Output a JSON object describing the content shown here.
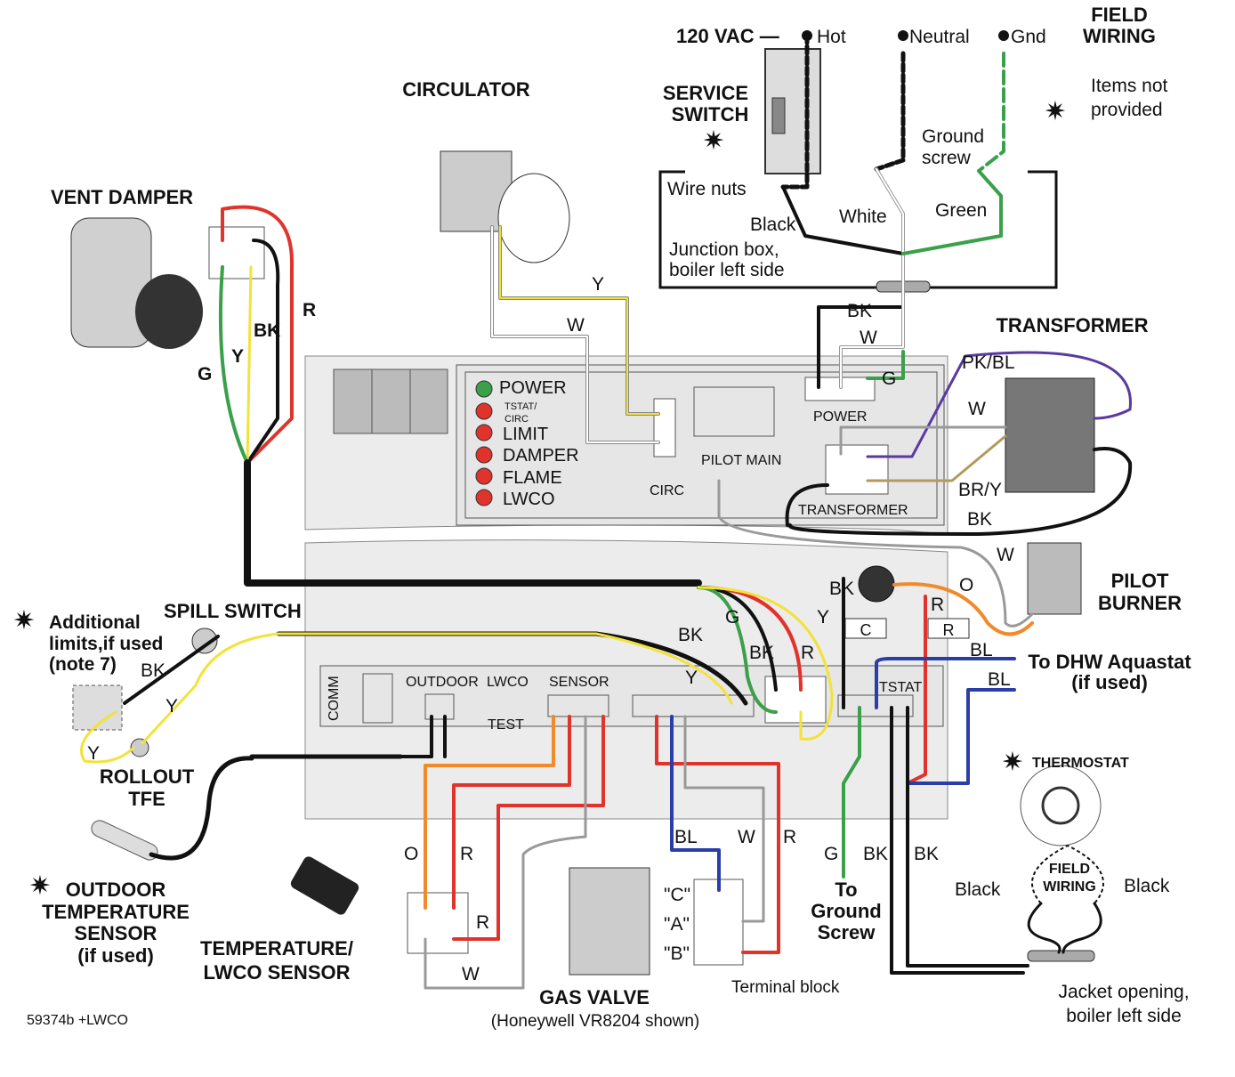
{
  "colors": {
    "black": "#111111",
    "white": "#ffffff",
    "green": "#3aa04a",
    "red": "#e0332c",
    "yellow": "#f2e23a",
    "blue": "#2b3ea8",
    "orange": "#f08a2a",
    "gray": "#c9c9c9",
    "board": "#ececec",
    "led_green": "#3aa04a",
    "led_red": "#e0332c",
    "purple": "#5a3aa0",
    "tan": "#b19a5c"
  },
  "header": {
    "vac": "120 VAC —",
    "hot": "Hot",
    "neutral": "Neutral",
    "gnd": "Gnd",
    "field1": "FIELD",
    "field2": "WIRING",
    "items1": "Items not",
    "items2": "provided"
  },
  "junction": {
    "service1": "SERVICE",
    "service2": "SWITCH",
    "ground1": "Ground",
    "ground2": "screw",
    "wirenuts": "Wire nuts",
    "black": "Black",
    "white": "White",
    "green": "Green",
    "jb1": "Junction box,",
    "jb2": "boiler left side",
    "bk": "BK",
    "w": "W",
    "g": "G"
  },
  "components": {
    "circulator": "CIRCULATOR",
    "vent_damper": "VENT DAMPER",
    "transformer": "TRANSFORMER",
    "pilot1": "PILOT",
    "pilot2": "BURNER",
    "spill": "SPILL SWITCH",
    "rollout1": "ROLLOUT",
    "rollout2": "TFE",
    "thermostat": "THERMOSTAT",
    "gas_valve": "GAS VALVE",
    "gas_valve_note": "(Honeywell VR8204 shown)",
    "terminal_block": "Terminal block",
    "tls1": "TEMPERATURE/",
    "tls2": "LWCO SENSOR",
    "ots1": "OUTDOOR",
    "ots2": "TEMPERATURE",
    "ots3": "SENSOR",
    "ots4": "(if used)",
    "dhw1": "To DHW Aquastat",
    "dhw2": "(if used)",
    "add1": "Additional",
    "add2": "limits,if used",
    "add3": "(note 7)",
    "tgs1": "To",
    "tgs2": "Ground",
    "tgs3": "Screw",
    "fw1": "FIELD",
    "fw2": "WIRING",
    "black_l": "Black",
    "black_r": "Black",
    "jacket1": "Jacket opening,",
    "jacket2": "boiler left side",
    "tb_c": "\"C\"",
    "tb_a": "\"A\"",
    "tb_b": "\"B\""
  },
  "board": {
    "leds": [
      {
        "label": "POWER",
        "color": "green"
      },
      {
        "label": "TSTAT/",
        "label2": "CIRC",
        "color": "red"
      },
      {
        "label": "LIMIT",
        "color": "red"
      },
      {
        "label": "DAMPER",
        "color": "red"
      },
      {
        "label": "FLAME",
        "color": "red"
      },
      {
        "label": "LWCO",
        "color": "red"
      }
    ],
    "circ": "CIRC",
    "pilot_main": "PILOT MAIN",
    "power": "POWER",
    "transformer": "TRANSFORMER",
    "comm": "COMM",
    "outdoor": "OUTDOOR",
    "lwco": "LWCO",
    "sensor": "SENSOR",
    "test": "TEST",
    "tstat": "TSTAT",
    "c": "C",
    "r": "R"
  },
  "wire_labels": {
    "circ_y": "Y",
    "circ_w": "W",
    "vd_r": "R",
    "vd_bk": "BK",
    "vd_y": "Y",
    "vd_g": "G",
    "pkbl": "PK/BL",
    "tw": "W",
    "bry": "BR/Y",
    "tbk": "BK",
    "pw": "W",
    "po": "O",
    "pbk": "BK",
    "pr": "R",
    "mg": "G",
    "my": "Y",
    "mbk": "BK",
    "mbk2": "BK",
    "mr": "R",
    "bl1": "BL",
    "bl2": "BL",
    "ty": "Y",
    "sbk": "BK",
    "sy": "Y",
    "ry": "Y",
    "so": "O",
    "sr": "R",
    "gbl": "BL",
    "gw": "W",
    "gr": "R",
    "gg": "G",
    "gbk": "BK",
    "gbk2": "BK",
    "sr2": "R",
    "sw": "W"
  },
  "footer": {
    "code": "59374b +LWCO"
  }
}
